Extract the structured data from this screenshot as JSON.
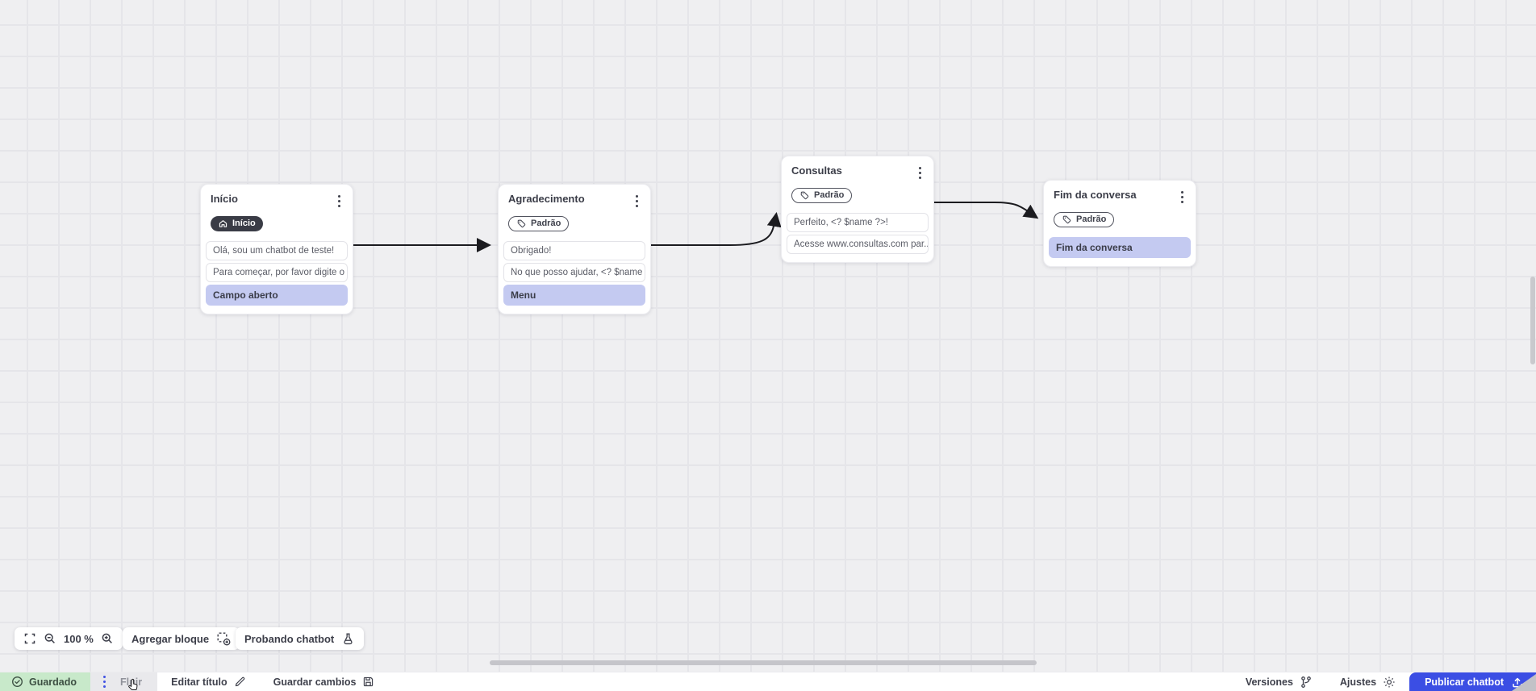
{
  "flow": {
    "nodes": [
      {
        "title": "Início",
        "badge": "Início",
        "messages": [
          "Olá, sou um chatbot de teste!",
          "Para começar, por favor digite o ..."
        ],
        "options": [
          "Campo aberto"
        ]
      },
      {
        "title": "Agradecimento",
        "badge": "Padrão",
        "messages": [
          "Obrigado!",
          "No que posso ajudar, <? $name ..."
        ],
        "options": [
          "Menu"
        ]
      },
      {
        "title": "Consultas",
        "badge": "Padrão",
        "messages": [
          "Perfeito, <? $name ?>!",
          "Acesse www.consultas.com par..."
        ],
        "options": []
      },
      {
        "title": "Fim da conversa",
        "badge": "Padrão",
        "messages": [],
        "options": [
          "Fim da conversa"
        ]
      }
    ]
  },
  "toolbar": {
    "zoom_level": "100 %",
    "add_block": "Agregar bloque",
    "test_chatbot": "Probando chatbot"
  },
  "statusbar": {
    "saved": "Guardado",
    "flow_tab": "Fluir",
    "edit_title": "Editar título",
    "save_changes": "Guardar cambios",
    "versions": "Versiones",
    "settings": "Ajustes",
    "publish": "Publicar chatbot"
  },
  "colors": {
    "accent_blue": "#3b4ee4",
    "option_highlight": "#c4caf1",
    "saved_green": "#c8e9ca",
    "canvas_bg": "#efeff1",
    "connector": "#1b1b1f"
  }
}
